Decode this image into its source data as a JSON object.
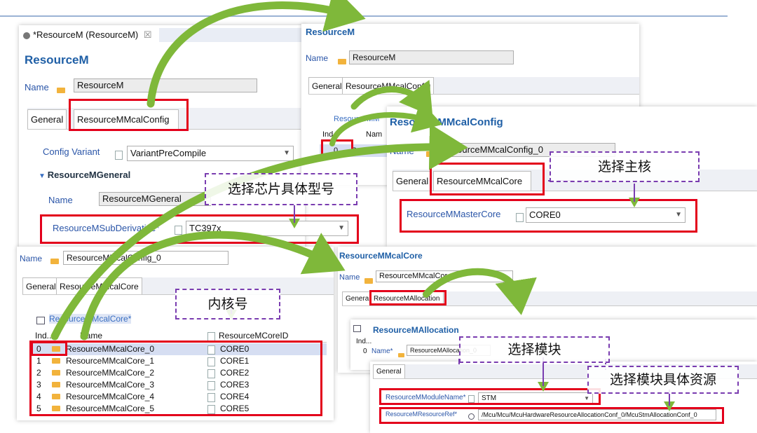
{
  "panel_a": {
    "tab_title": "*ResourceM (ResourceM)",
    "close_glyph": "☒",
    "heading": "ResourceM",
    "name_label": "Name",
    "name_value": "ResourceM",
    "tabs": [
      "General",
      "ResourceMMcalConfig"
    ],
    "config_variant_label": "Config Variant",
    "config_variant_value": "VariantPreCompile",
    "section_title": "ResourceMGeneral",
    "general_name_label": "Name",
    "general_name_value": "ResourceMGeneral",
    "subderivative_label": "ResourceMSubDerivative*",
    "subderivative_value": "TC397x"
  },
  "panel_b": {
    "heading": "ResourceM",
    "name_label": "Name",
    "name_value": "ResourceM",
    "tabs": [
      "General",
      "ResourceMMcalConfig"
    ],
    "list_title": "ResourceMM",
    "col_index": "Ind...",
    "col_name": "Nam",
    "row_index": "0",
    "row_name": "Resou"
  },
  "panel_c": {
    "heading": "ResourceMMcalConfig",
    "name_label": "Name",
    "name_value": "ResourceMMcalConfig_0",
    "tabs": [
      "General",
      "ResourceMMcalCore"
    ],
    "master_core_label": "ResourceMMasterCore",
    "master_core_value": "CORE0"
  },
  "panel_d": {
    "name_label": "Name",
    "name_value": "ResourceMMcalConfig_0",
    "tabs": [
      "General",
      "ResourceMMcalCore"
    ],
    "list_title": "ResourceMMcalCore*",
    "columns": [
      "Ind...",
      "Name",
      "ResourceMCoreID"
    ],
    "rows": [
      {
        "index": "0",
        "name": "ResourceMMcalCore_0",
        "core": "CORE0"
      },
      {
        "index": "1",
        "name": "ResourceMMcalCore_1",
        "core": "CORE1"
      },
      {
        "index": "2",
        "name": "ResourceMMcalCore_2",
        "core": "CORE2"
      },
      {
        "index": "3",
        "name": "ResourceMMcalCore_3",
        "core": "CORE3"
      },
      {
        "index": "4",
        "name": "ResourceMMcalCore_4",
        "core": "CORE4"
      },
      {
        "index": "5",
        "name": "ResourceMMcalCore_5",
        "core": "CORE5"
      }
    ]
  },
  "panel_e": {
    "heading": "ResourceMMcalCore",
    "name_label": "Name",
    "name_value": "ResourceMMcalCore",
    "tabs": [
      "General",
      "ResourceMAllocation"
    ]
  },
  "panel_f": {
    "list_title": "ResourceMAllocation",
    "col_index": "Ind...",
    "row_index": "0",
    "name_label": "Name*",
    "name_value": "ResourceMAllocation_0"
  },
  "panel_g": {
    "tab": "General",
    "module_label": "ResourceMModuleName*",
    "module_value": "STM",
    "resource_label": "ResourceMResourceRef*",
    "resource_value": "/Mcu/Mcu/McuHardwareResourceAllocationConf_0/McuStmAllocationConf_0"
  },
  "annotations": {
    "chip_model": "选择芯片具体型号",
    "master_core": "选择主核",
    "core_number": "内核号",
    "module": "选择模块",
    "module_resource": "选择模块具体资源"
  },
  "colors": {
    "highlight_red": "#e3001b",
    "dashed_purple": "#7a3db0",
    "arrow_green": "#7fb83a",
    "heading_blue": "#1f5fa6"
  }
}
